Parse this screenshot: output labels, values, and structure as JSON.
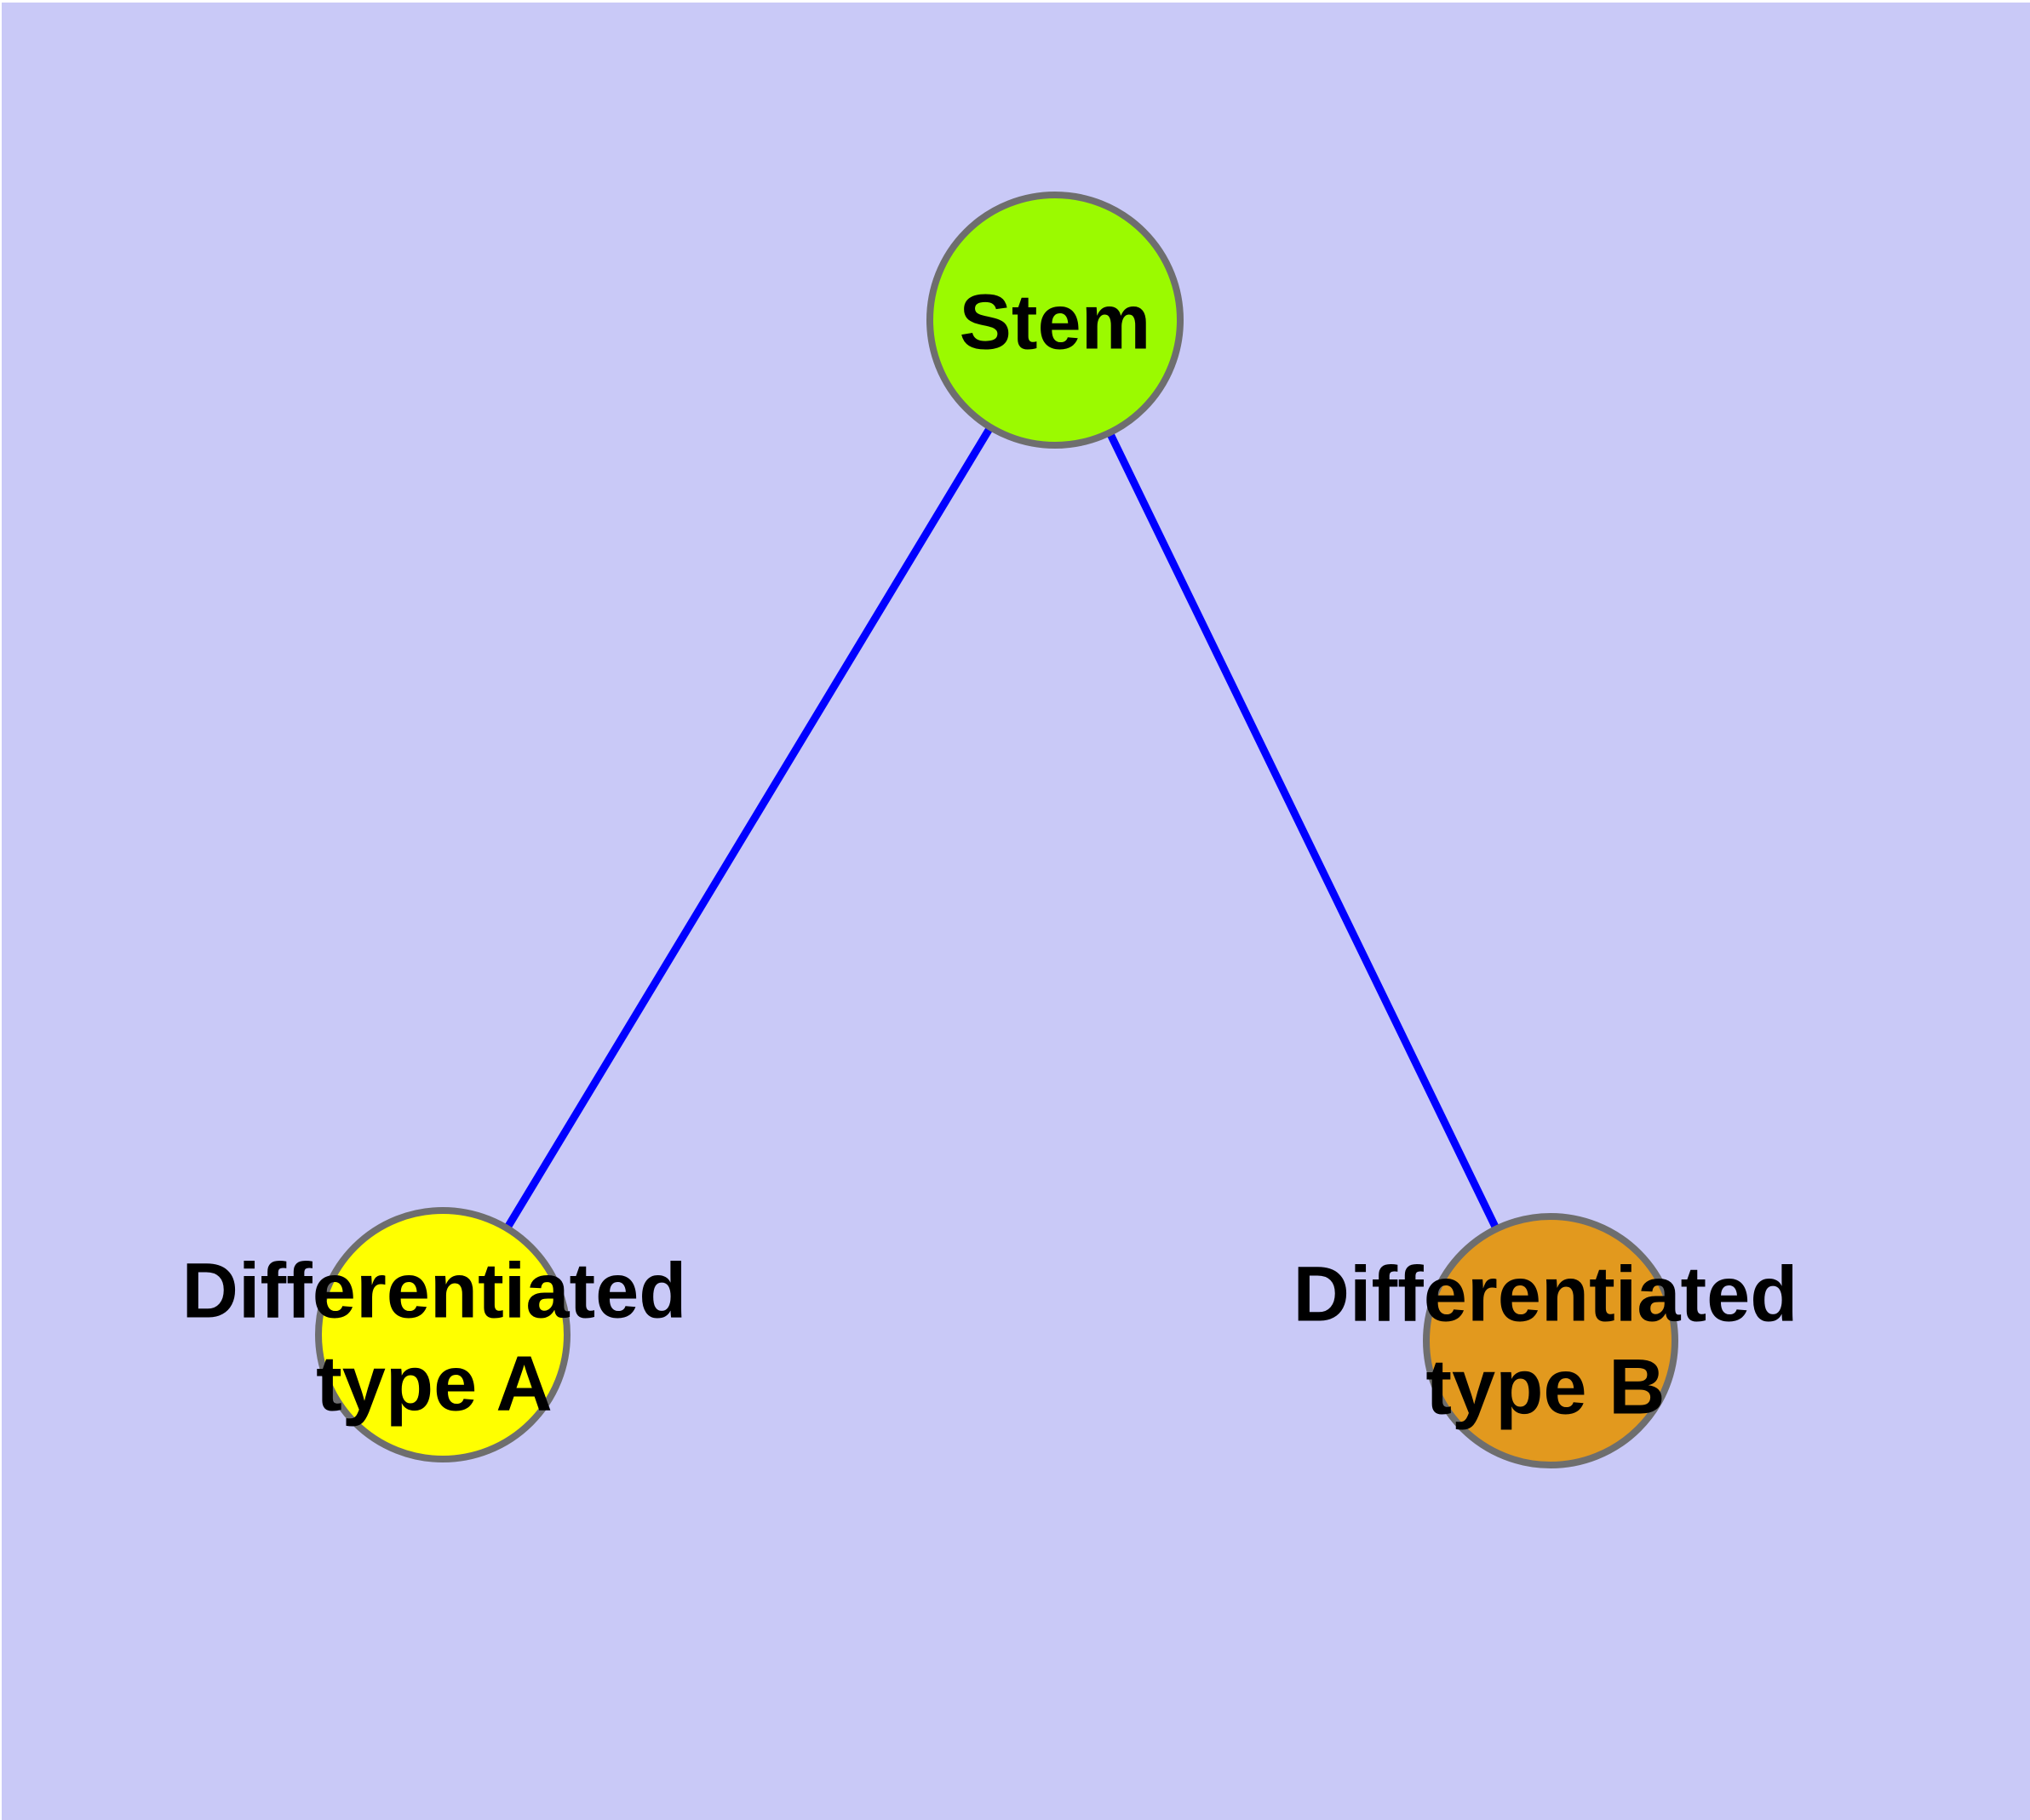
{
  "diagram": {
    "background_color": "#C9C9F7",
    "node_border_color": "#6E6E6E",
    "edge_color": "#0000FF",
    "text_color": "#000000",
    "nodes": [
      {
        "id": "stem",
        "label": "Stem",
        "fill": "#9BFA00"
      },
      {
        "id": "type-a",
        "label": "Differentiated\ntype A",
        "fill": "#FFFF00"
      },
      {
        "id": "type-b",
        "label": "Differentiated\ntype B",
        "fill": "#E2991E"
      }
    ],
    "edges": [
      {
        "from": "stem",
        "to": "type-a"
      },
      {
        "from": "stem",
        "to": "type-b"
      }
    ]
  }
}
